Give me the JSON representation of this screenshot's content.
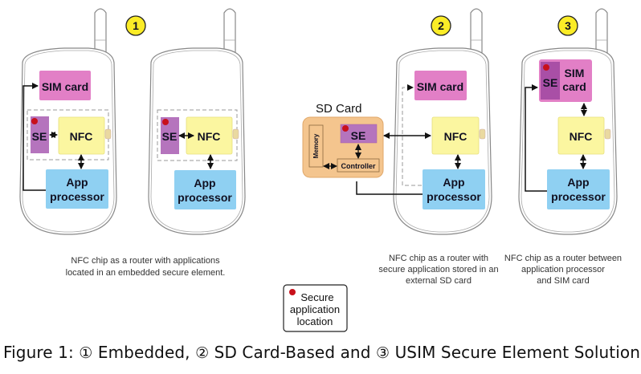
{
  "colors": {
    "sim": "#e27fc6",
    "se": "#b574bd",
    "se_dark": "#a94fa6",
    "nfc": "#fbf6a0",
    "app": "#8fd0f2",
    "sd_card": "#f4c58e",
    "badge": "#fbec27",
    "dot": "#c8101b"
  },
  "badges": {
    "one": "1",
    "two": "2",
    "three": "3"
  },
  "phones": [
    {
      "sim_label": "SIM card",
      "se_label": "SE",
      "nfc_label": "NFC",
      "app_label_1": "App",
      "app_label_2": "processor"
    },
    {
      "se_label": "SE",
      "nfc_label": "NFC",
      "app_label_1": "App",
      "app_label_2": "processor"
    },
    {
      "sim_label": "SIM card",
      "nfc_label": "NFC",
      "app_label_1": "App",
      "app_label_2": "processor"
    },
    {
      "se_label": "SE",
      "sim_label_1": "SIM",
      "sim_label_2": "card",
      "nfc_label": "NFC",
      "app_label_1": "App",
      "app_label_2": "processor"
    }
  ],
  "sd_card": {
    "title": "SD Card",
    "se_label": "SE",
    "memory_label": "Memory",
    "controller_label": "Controller"
  },
  "captions": {
    "embedded": [
      "NFC chip as a router with applications",
      "located in an embedded secure element."
    ],
    "sd": [
      "NFC chip as a router with",
      "secure application stored in an",
      "external SD card"
    ],
    "usim": [
      "NFC chip as a router between",
      "application processor",
      "and SIM card"
    ]
  },
  "legend": {
    "lines": [
      "Secure",
      "application",
      "location"
    ]
  },
  "figure_caption": {
    "prefix": "Figure 1:  ",
    "mark1": "①",
    "part1": " Embedded,  ",
    "mark2": "②",
    "part2": " SD Card-Based and  ",
    "mark3": "③",
    "part3": " USIM Secure Element Solutions"
  }
}
